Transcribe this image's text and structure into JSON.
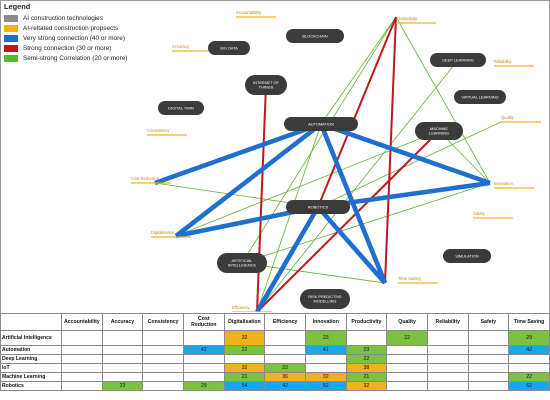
{
  "legend": {
    "title": "Legend",
    "items": [
      {
        "label": "AI construction technologies",
        "color": "#8c8c8c"
      },
      {
        "label": "AI-reltated construction propsects",
        "color": "#f0b21a"
      },
      {
        "label": "Very strong connection (40 or more)",
        "color": "#1f6fd0"
      },
      {
        "label": "Strong connection (30 or more)",
        "color": "#c0161c"
      },
      {
        "label": "Semi-strong Correlation (20 or more)",
        "color": "#5cb531"
      }
    ]
  },
  "technologies": [
    {
      "id": "big-data",
      "lines": [
        "BIG DATA"
      ]
    },
    {
      "id": "blockchain",
      "lines": [
        "BLOCKCHAIN"
      ]
    },
    {
      "id": "deep-learning",
      "lines": [
        "DEEP LEARNING"
      ]
    },
    {
      "id": "iot",
      "lines": [
        "INTERNET OF",
        "THINGS"
      ]
    },
    {
      "id": "virtual-learning",
      "lines": [
        "VIRTUAL LEARNING"
      ]
    },
    {
      "id": "digital-twin",
      "lines": [
        "DIGITAL TWIN"
      ]
    },
    {
      "id": "automation",
      "lines": [
        "AUTOMATION"
      ]
    },
    {
      "id": "machine-learning",
      "lines": [
        "MACHINE",
        "LEARNING"
      ]
    },
    {
      "id": "robotics",
      "lines": [
        "ROBOTICS"
      ]
    },
    {
      "id": "ai",
      "lines": [
        "ARTIFICIAL",
        "INTELLIGENCE"
      ]
    },
    {
      "id": "simulation",
      "lines": [
        "SIMULATION"
      ]
    },
    {
      "id": "risk-modelling",
      "lines": [
        "RISK PREDICTIVE",
        "MODELLING"
      ]
    }
  ],
  "prospects": [
    {
      "id": "accountability",
      "label": "Accountability"
    },
    {
      "id": "productivity",
      "label": "Productivity"
    },
    {
      "id": "accuracy",
      "label": "Accuracy"
    },
    {
      "id": "reliability",
      "label": "Reliability"
    },
    {
      "id": "quality",
      "label": "Quality"
    },
    {
      "id": "consistency",
      "label": "Consistency"
    },
    {
      "id": "cost-reduction",
      "label": "Cost Reduction"
    },
    {
      "id": "innovation",
      "label": "Innovation"
    },
    {
      "id": "safety",
      "label": "Safety"
    },
    {
      "id": "digitalisation",
      "label": "Digitalisation"
    },
    {
      "id": "time-saving",
      "label": "Time Saving"
    },
    {
      "id": "efficiency",
      "label": "Efficiency"
    }
  ],
  "connections": [
    {
      "from": "automation",
      "to": "digitalisation",
      "strength": "very-strong"
    },
    {
      "from": "automation",
      "to": "innovation",
      "strength": "very-strong"
    },
    {
      "from": "automation",
      "to": "time-saving",
      "strength": "very-strong"
    },
    {
      "from": "automation",
      "to": "cost-reduction",
      "strength": "very-strong"
    },
    {
      "from": "robotics",
      "to": "digitalisation",
      "strength": "very-strong"
    },
    {
      "from": "robotics",
      "to": "innovation",
      "strength": "very-strong"
    },
    {
      "from": "robotics",
      "to": "efficiency",
      "strength": "very-strong"
    },
    {
      "from": "robotics",
      "to": "time-saving",
      "strength": "very-strong"
    },
    {
      "from": "iot",
      "to": "efficiency",
      "strength": "strong"
    },
    {
      "from": "productivity",
      "to": "robotics",
      "strength": "strong"
    },
    {
      "from": "productivity",
      "to": "time-saving",
      "strength": "strong"
    },
    {
      "from": "machine-learning",
      "to": "efficiency",
      "strength": "strong"
    },
    {
      "from": "ai",
      "to": "productivity",
      "strength": "semi-strong"
    },
    {
      "from": "ai",
      "to": "innovation",
      "strength": "semi-strong"
    },
    {
      "from": "ai",
      "to": "time-saving",
      "strength": "semi-strong"
    },
    {
      "from": "automation",
      "to": "productivity",
      "strength": "semi-strong"
    },
    {
      "from": "robotics",
      "to": "cost-reduction",
      "strength": "semi-strong"
    },
    {
      "from": "robotics",
      "to": "quality",
      "strength": "semi-strong"
    },
    {
      "from": "machine-learning",
      "to": "digitalisation",
      "strength": "semi-strong"
    },
    {
      "from": "machine-learning",
      "to": "innovation",
      "strength": "semi-strong"
    },
    {
      "from": "deep-learning",
      "to": "efficiency",
      "strength": "semi-strong"
    },
    {
      "from": "productivity",
      "to": "innovation",
      "strength": "semi-strong"
    },
    {
      "from": "automation",
      "to": "efficiency",
      "strength": "semi-strong"
    }
  ],
  "strength_colors": {
    "very-strong": "#1f6fd0",
    "strong": "#c0161c",
    "semi-strong": "#5cb531"
  },
  "table": {
    "corner": "",
    "columns": [
      "Accountability",
      "Accuracy",
      "Consistency",
      "Cost Reduction",
      "Digitalisation",
      "Efficiency",
      "Innovation",
      "Productivity",
      "Quality",
      "Reliability",
      "Safety",
      "Time Saving"
    ],
    "rows": [
      {
        "name": "Artificial Intelligence",
        "cells": [
          "",
          "",
          "",
          "",
          "32",
          "",
          "23",
          "",
          "22",
          "",
          "",
          "29"
        ]
      },
      {
        "name": "Automation",
        "cells": [
          "",
          "",
          "",
          "42",
          "22",
          "",
          "41",
          "23",
          "",
          "",
          "",
          "42"
        ]
      },
      {
        "name": "Deep Learning",
        "cells": [
          "",
          "",
          "",
          "",
          "",
          "",
          "",
          "22",
          "",
          "",
          "",
          ""
        ]
      },
      {
        "name": "IoT",
        "cells": [
          "",
          "",
          "",
          "",
          "32",
          "22",
          "",
          "38",
          "",
          "",
          "",
          ""
        ]
      },
      {
        "name": "Machine Learning",
        "cells": [
          "",
          "",
          "",
          "",
          "21",
          "36",
          "32",
          "21",
          "",
          "",
          "",
          "22"
        ]
      },
      {
        "name": "Robotics",
        "cells": [
          "",
          "23",
          "",
          "29",
          "54",
          "42",
          "52",
          "32",
          "",
          "",
          "",
          "62"
        ]
      }
    ]
  }
}
